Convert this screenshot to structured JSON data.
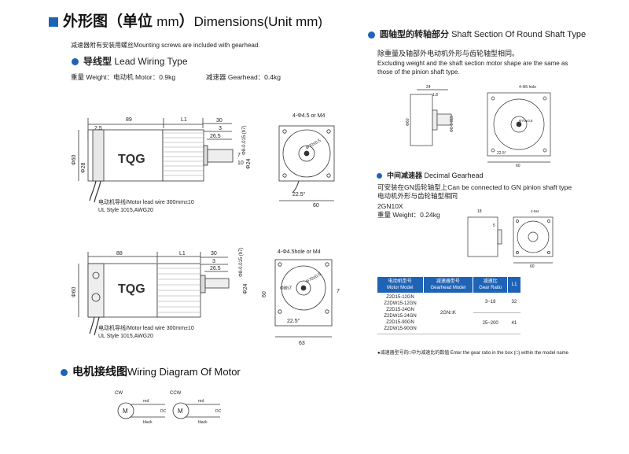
{
  "header": {
    "title_cn": "外形图（单位",
    "title_unit": "mm",
    "title_close": "）",
    "title_en": "Dimensions(Unit mm)",
    "note": "减速器附有安装用螺丝Mounting screws are included with gearhead."
  },
  "lead_wiring": {
    "title_cn": "导线型",
    "title_en": "Lead Wiring Type",
    "weight_motor": "重量 Weight：电动机 Motor：0.9kg",
    "weight_gearhead": "减速器 Gearhead：0.4kg"
  },
  "drawing1": {
    "logo": "TQG",
    "dim_89": "89",
    "dim_L1": "L1",
    "dim_2_5": "2.5",
    "dim_30": "30",
    "dim_3": "3",
    "dim_26_5": "26.5",
    "dim_shaft": "Φ8-0.015 (h7)",
    "dim_phi60": "Φ60",
    "dim_phi28": "Φ28",
    "dim_7": "7",
    "dim_10": "10",
    "dim_phi24": "Φ24",
    "hole": "4-Φ4.5 or M4",
    "pcd": "Φ70±0.5",
    "angle": "22.5°",
    "side": "60",
    "lead_note": "电动机导线/Motor lead wire 300mm±10",
    "lead_style": "UL Style 1015,AWG20"
  },
  "drawing2": {
    "logo": "TQG",
    "dim_88": "88",
    "dim_L1": "L1",
    "dim_30": "30",
    "dim_3": "3",
    "dim_26_5": "26.5",
    "dim_shaft": "Φ8-0.015 (h7)",
    "dim_phi60": "Φ60",
    "dim_phi24": "Φ24",
    "hole": "4-Φ4.5hole or M4",
    "pcd": "Φ70±0.5",
    "dim_8h7": "Φ8h7",
    "dim_60": "60",
    "angle": "22.5°",
    "dim_63": "63",
    "dim_7": "7",
    "lead_note": "电动机导线/Motor lead wire 300mm±10",
    "lead_style": "UL Style 1015,AWG20"
  },
  "wiring": {
    "title_cn": "电机接线图",
    "title_en": "Wiring Diagram Of Motor",
    "cw": "CW",
    "ccw": "CCW",
    "m": "M",
    "red": "red",
    "black": "black",
    "dc": "DC"
  },
  "round_shaft": {
    "title_cn": "圆轴型的转轴部分",
    "title_en": "Shaft Section Of Round Shaft Type",
    "desc_cn": "除重量及轴部外电动机外形与齿轮轴型相同。",
    "desc_en_1": "Excluding weight and the shaft section motor shape are the same as",
    "desc_en_2": "those of the pinion shaft type.",
    "d_24": "24",
    "d_1_8": "1.8",
    "d_phi8": "Φ8-0.015",
    "d_phi60": "Φ60",
    "d_hole": "4-Φ5 hole",
    "d_pcd": "Φ70±0.5",
    "d_angle": "22.5°",
    "d_60": "60"
  },
  "decimal_gear": {
    "title_cn": "中间减速器",
    "title_en": "Decimal Gearhead",
    "desc1": "可安装在GN齿轮轴型上Can be connected to GN pinion shaft type",
    "desc2": "电动机外形与齿轮轴型相同",
    "model": "2GN10X",
    "weight": "重量 Weight：0.24kg",
    "d_18": "18",
    "d_5": "5",
    "d_hole": "4-M4",
    "d_60": "60"
  },
  "gear_table": {
    "headers": [
      {
        "cn": "电动机型号",
        "en": "Motor Model"
      },
      {
        "cn": "减速器型号",
        "en": "Gearhead Model"
      },
      {
        "cn": "减速比",
        "en": "Gear Ratio"
      },
      {
        "cn": "L1",
        "en": ""
      }
    ],
    "motors": [
      "Z2D15-12GN",
      "Z2DW15-12GN",
      "Z2D15-24GN",
      "Z2DW15-24GN",
      "Z2D15-90GN",
      "Z2DW15-90GN"
    ],
    "gearhead": "2GN□K",
    "ratios": [
      "3~18",
      "25~200"
    ],
    "l1": [
      "32",
      "41"
    ],
    "footnote": "●减速器型号的□中为减速比的数值  Enter the gear ratio in the box (□) within the model name"
  },
  "colors": {
    "accent": "#1f63b6",
    "line": "#333333"
  }
}
